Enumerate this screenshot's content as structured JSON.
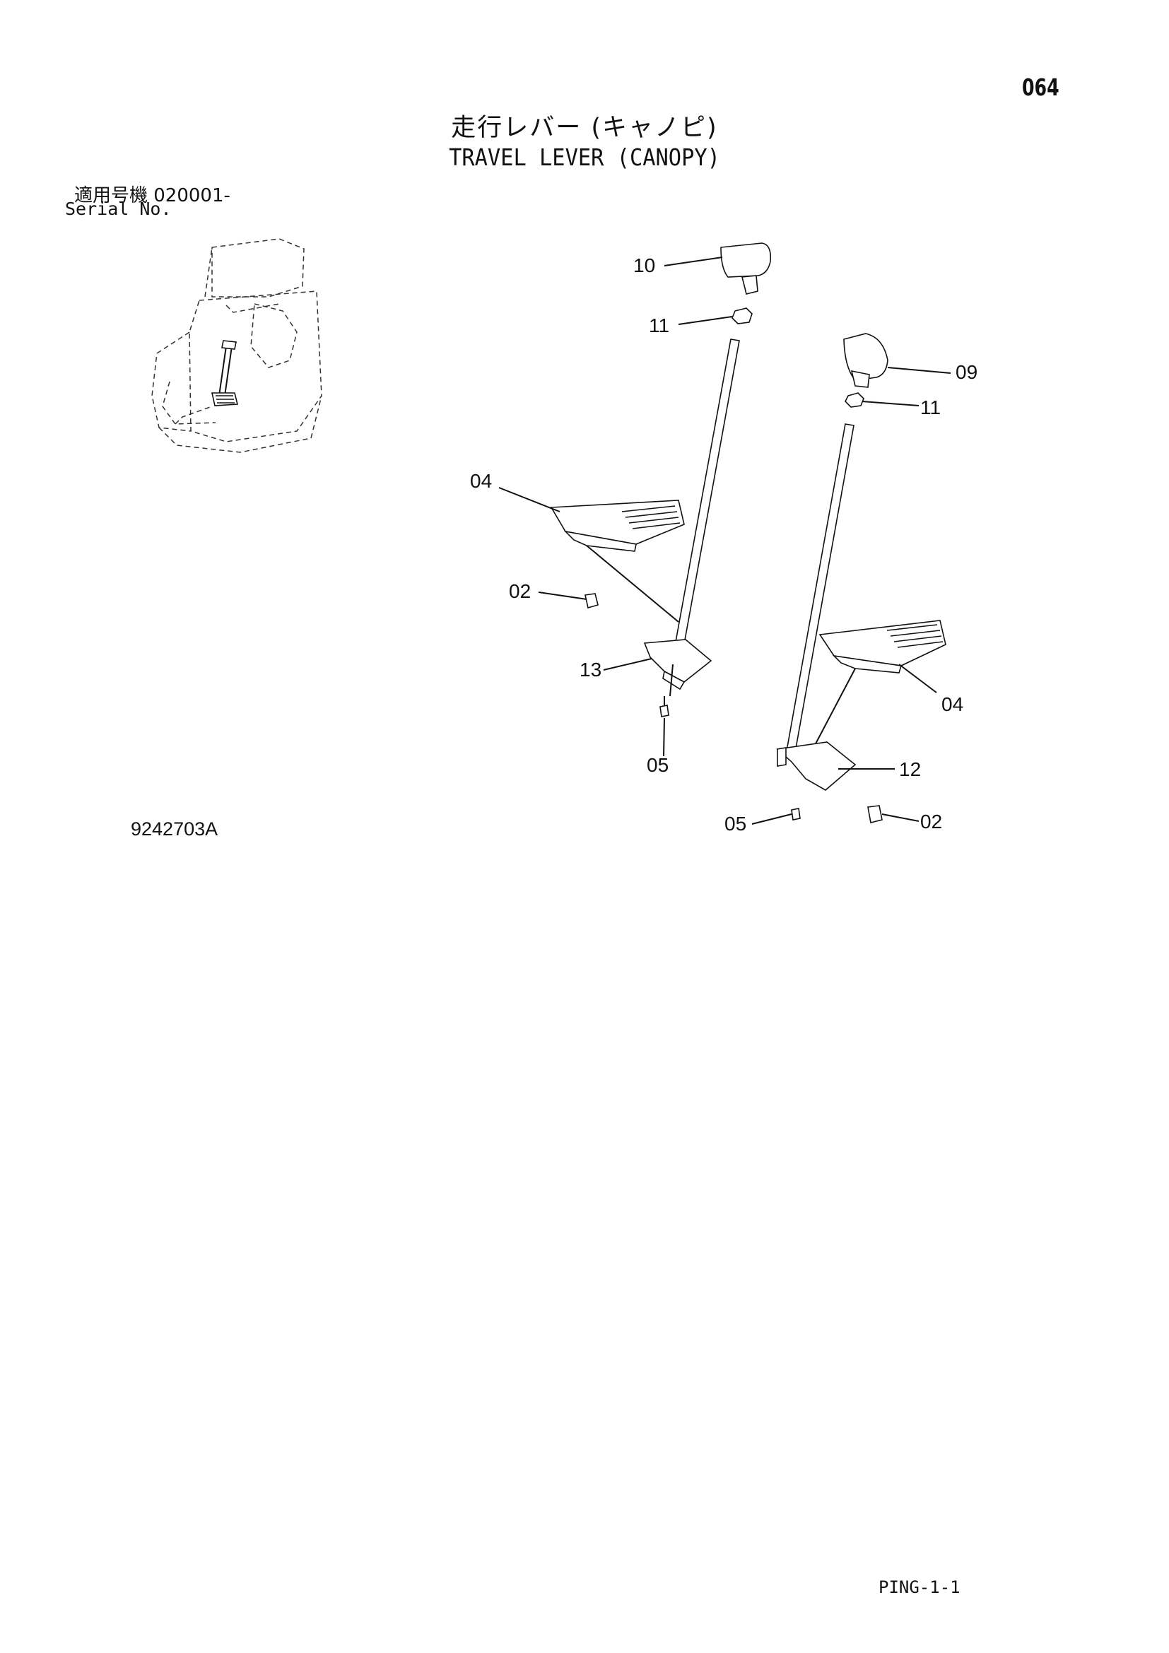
{
  "page": {
    "page_number": "064",
    "title_jp": "走行レバー (キャノピ)",
    "title_en": "TRAVEL LEVER (CANOPY)",
    "serial_label_jp": "適用号機  020001-",
    "serial_label_en": "Serial No.",
    "drawing_number": "9242703A",
    "footer_code": "PING-1-1"
  },
  "callouts": {
    "c10": "10",
    "c11a": "11",
    "c09": "09",
    "c11b": "11",
    "c04a": "04",
    "c02a": "02",
    "c13": "13",
    "c05a": "05",
    "c04b": "04",
    "c12": "12",
    "c05b": "05",
    "c02b": "02"
  }
}
